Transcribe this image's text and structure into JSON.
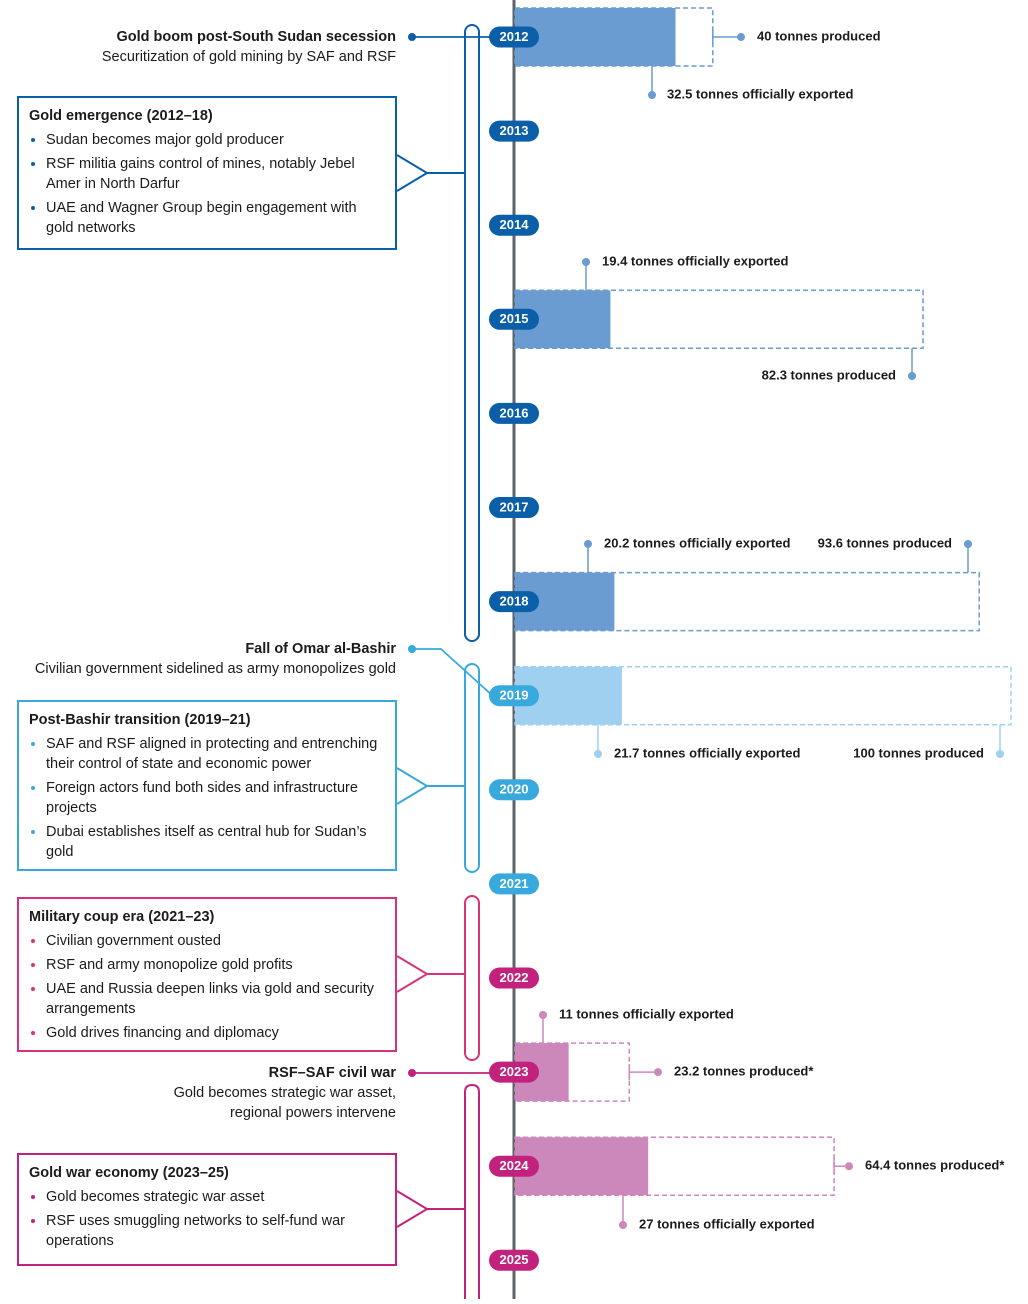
{
  "colors": {
    "axis": "#5c636a",
    "p1": "#0b5fa8",
    "p2": "#37a9dd",
    "p3": "#d9327a",
    "p4": "#c2227d",
    "bar1": "#6a9bd1",
    "bar2": "#9fd0ef",
    "bar3": "#cc88bb"
  },
  "periods": [
    {
      "id": "p1",
      "title": "Gold emergence (2012–18)",
      "items": [
        "Sudan becomes major gold producer",
        "RSF militia gains control of mines, notably Jebel Amer in North Darfur",
        "UAE and Wagner Group begin engagement with gold networks"
      ]
    },
    {
      "id": "p2",
      "title": "Post-Bashir transition (2019–21)",
      "items": [
        "SAF and RSF aligned in protecting and entrenching their control of state and economic power",
        "Foreign actors fund both sides and infrastructure projects",
        "Dubai establishes itself as central hub for Sudan’s gold"
      ]
    },
    {
      "id": "p3",
      "title": "Military coup era (2021–23)",
      "items": [
        "Civilian government ousted",
        "RSF and army monopolize gold profits",
        "UAE and Russia deepen links via gold and security arrangements",
        "Gold drives financing and diplomacy"
      ]
    },
    {
      "id": "p4",
      "title": "Gold war economy (2023–25)",
      "items": [
        "Gold becomes strategic war asset",
        "RSF uses smuggling networks to self-fund war operations"
      ]
    }
  ],
  "events": [
    {
      "year": 2012,
      "title": "Gold boom post-South Sudan secession",
      "lines": [
        "Securitization of gold mining by SAF and RSF"
      ]
    },
    {
      "year": 2019,
      "title": "Fall of Omar al-Bashir",
      "lines": [
        "Civilian government sidelined as army monopolizes gold"
      ]
    },
    {
      "year": 2023,
      "title": "RSF–SAF civil war",
      "lines": [
        "Gold becomes strategic war asset,",
        "regional powers intervene"
      ]
    }
  ],
  "chart_data": {
    "type": "bar",
    "orientation": "horizontal",
    "unit": "tonnes",
    "years": [
      2012,
      2013,
      2014,
      2015,
      2016,
      2017,
      2018,
      2019,
      2020,
      2021,
      2022,
      2023,
      2024,
      2025
    ],
    "series": [
      {
        "name": "officially exported",
        "data": [
          {
            "year": 2012,
            "value": 32.5
          },
          {
            "year": 2015,
            "value": 19.4
          },
          {
            "year": 2018,
            "value": 20.2
          },
          {
            "year": 2019,
            "value": 21.7
          },
          {
            "year": 2023,
            "value": 11
          },
          {
            "year": 2024,
            "value": 27
          }
        ]
      },
      {
        "name": "produced",
        "data": [
          {
            "year": 2012,
            "value": 40
          },
          {
            "year": 2015,
            "value": 82.3
          },
          {
            "year": 2018,
            "value": 93.6
          },
          {
            "year": 2019,
            "value": 100
          },
          {
            "year": 2023,
            "value": 23.2
          },
          {
            "year": 2024,
            "value": 64.4
          }
        ]
      }
    ],
    "labels": [
      {
        "year": 2012,
        "exported": "32.5 tonnes officially exported",
        "produced": "40 tonnes produced"
      },
      {
        "year": 2015,
        "exported": "19.4 tonnes officially exported",
        "produced": "82.3 tonnes produced"
      },
      {
        "year": 2018,
        "exported": "20.2 tonnes officially exported",
        "produced": "93.6 tonnes produced"
      },
      {
        "year": 2019,
        "exported": "21.7 tonnes officially exported",
        "produced": "100 tonnes produced"
      },
      {
        "year": 2023,
        "exported": "11 tonnes officially exported",
        "produced": "23.2 tonnes produced*"
      },
      {
        "year": 2024,
        "exported": "27 tonnes officially exported",
        "produced": "64.4 tonnes produced*"
      }
    ]
  }
}
